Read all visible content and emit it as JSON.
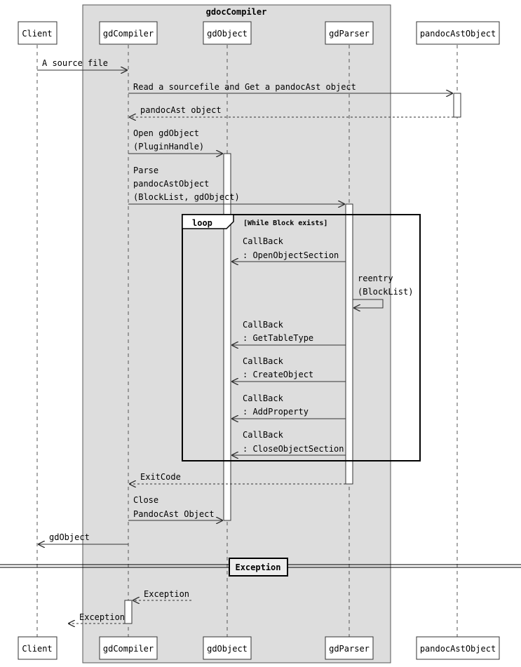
{
  "group": {
    "title": "gdocCompiler"
  },
  "participants": [
    {
      "id": "client",
      "label": "Client"
    },
    {
      "id": "gdcompiler",
      "label": "gdCompiler"
    },
    {
      "id": "gdobject",
      "label": "gdObject"
    },
    {
      "id": "gdparser",
      "label": "gdParser"
    },
    {
      "id": "pandoc",
      "label": "pandocAstObject"
    }
  ],
  "messages": [
    {
      "lines": [
        "A source file"
      ],
      "from": "client",
      "to": "gdcompiler",
      "style": "solid"
    },
    {
      "lines": [
        "Read a sourcefile and Get a pandocAst object"
      ],
      "from": "gdcompiler",
      "to": "pandoc",
      "style": "solid"
    },
    {
      "lines": [
        "pandocAst object"
      ],
      "from": "pandoc",
      "to": "gdcompiler",
      "style": "dashed"
    },
    {
      "lines": [
        "Open gdObject",
        "(PluginHandle)"
      ],
      "from": "gdcompiler",
      "to": "gdobject",
      "style": "solid"
    },
    {
      "lines": [
        "Parse",
        "pandocAstObject",
        "(BlockList, gdObject)"
      ],
      "from": "gdcompiler",
      "to": "gdparser",
      "style": "solid"
    },
    {
      "lines": [
        "CallBack",
        ": OpenObjectSection"
      ],
      "from": "gdparser",
      "to": "gdobject",
      "style": "solid"
    },
    {
      "lines": [
        "reentry",
        "(BlockList)"
      ],
      "from": "gdparser",
      "to": "gdparser",
      "style": "self"
    },
    {
      "lines": [
        "CallBack",
        ": GetTableType"
      ],
      "from": "gdparser",
      "to": "gdobject",
      "style": "solid"
    },
    {
      "lines": [
        "CallBack",
        ": CreateObject"
      ],
      "from": "gdparser",
      "to": "gdobject",
      "style": "solid"
    },
    {
      "lines": [
        "CallBack",
        ": AddProperty"
      ],
      "from": "gdparser",
      "to": "gdobject",
      "style": "solid"
    },
    {
      "lines": [
        "CallBack",
        ": CloseObjectSection"
      ],
      "from": "gdparser",
      "to": "gdobject",
      "style": "solid"
    },
    {
      "lines": [
        "ExitCode"
      ],
      "from": "gdparser",
      "to": "gdcompiler",
      "style": "dashed"
    },
    {
      "lines": [
        "Close",
        "PandocAst Object"
      ],
      "from": "gdcompiler",
      "to": "gdobject",
      "style": "solid"
    },
    {
      "lines": [
        "gdObject"
      ],
      "from": "gdcompiler",
      "to": "client",
      "style": "solid"
    },
    {
      "lines": [
        "Exception"
      ],
      "from": "unknown",
      "to": "gdcompiler",
      "style": "dashed"
    },
    {
      "lines": [
        "Exception"
      ],
      "from": "gdcompiler",
      "to": "unknown",
      "style": "dashed"
    }
  ],
  "loop": {
    "keyword": "loop",
    "condition": "[While Block exists]"
  },
  "divider": {
    "label": "Exception"
  }
}
